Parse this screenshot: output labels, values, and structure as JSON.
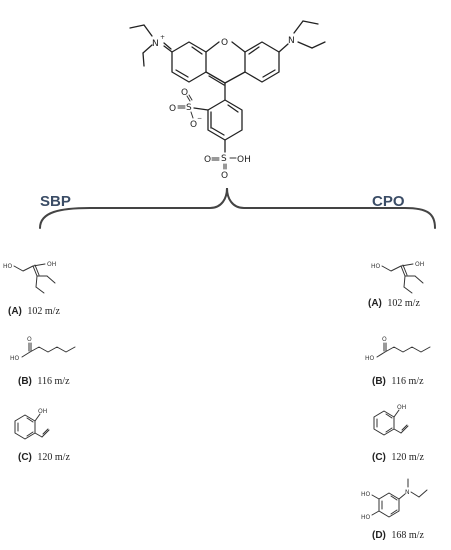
{
  "parent": {
    "atoms": {
      "n_left": "N",
      "n_left_charge": "+",
      "n_right": "N",
      "o_bridge": "O",
      "s1": "S",
      "s1_o_top": "O",
      "s1_o_left": "O",
      "s1_o_minus": "O",
      "s1_o_minus_charge": "−",
      "s2": "S",
      "s2_o_left": "O",
      "s2_oh": "OH",
      "s2_o_bottom": "O"
    }
  },
  "enzymes": {
    "left": "SBP",
    "right": "CPO"
  },
  "left_products": [
    {
      "letter": "(A)",
      "mass": "102 m/z",
      "atoms": [
        "HO",
        "OH"
      ]
    },
    {
      "letter": "(B)",
      "mass": "116 m/z",
      "atoms": [
        "O",
        "HO"
      ]
    },
    {
      "letter": "(C)",
      "mass": "120 m/z",
      "atoms": [
        "OH"
      ]
    }
  ],
  "right_products": [
    {
      "letter": "(A)",
      "mass": "102 m/z",
      "atoms": [
        "HO",
        "OH"
      ]
    },
    {
      "letter": "(B)",
      "mass": "116 m/z",
      "atoms": [
        "O",
        "HO"
      ]
    },
    {
      "letter": "(C)",
      "mass": "120 m/z",
      "atoms": [
        "OH"
      ]
    },
    {
      "letter": "(D)",
      "mass": "168 m/z",
      "atoms": [
        "HO",
        "HO",
        "N"
      ]
    }
  ]
}
